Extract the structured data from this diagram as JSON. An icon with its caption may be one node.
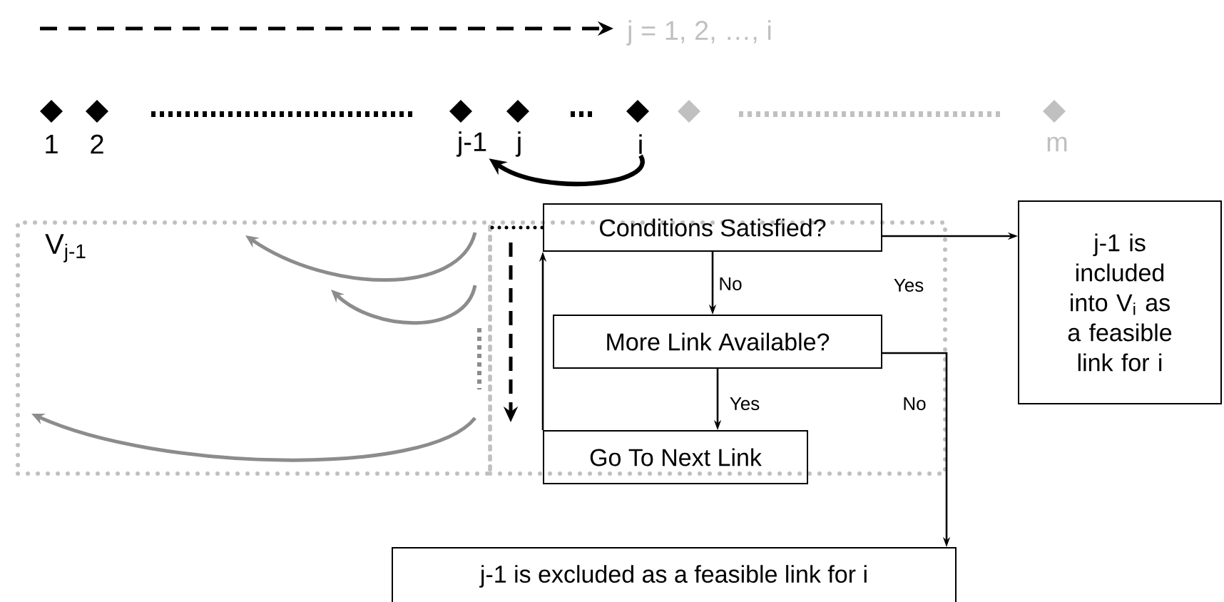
{
  "diagram": {
    "nodes": [
      {
        "text": [
          "1"
        ]
      },
      {
        "text": [
          "2"
        ]
      },
      {
        "text": [
          "j-1"
        ]
      },
      {
        "text": [
          "j"
        ]
      },
      {
        "text": [
          "i"
        ]
      },
      {
        "text": [
          "m"
        ]
      },
      {
        "text": [
          "V$_{j-1}$"
        ]
      },
      {
        "text": [],
        "shape": "box"
      },
      {
        "text": [
          "Conditions Satisfied?"
        ]
      },
      {
        "text": [
          "j-1 is included into V$_{i}$ as a feasible link for i"
        ]
      },
      {
        "text": [
          "More Link Available?"
        ],
        "in": 7
      },
      {
        "text": [
          "Go To Next Link"
        ]
      },
      {
        "text": [
          "j-1 is excluded as a feasible link for i"
        ]
      }
    ],
    "edges": [
      {
        "from": 4,
        "to": 2,
        "arrow": "to",
        "style": "thick"
      },
      {
        "from": 6,
        "to": 8,
        "arrow": "none",
        "style": "dashed"
      },
      {
        "from": 8,
        "to": 9,
        "arrow": "to",
        "label": "Yes"
      },
      {
        "from": 8,
        "to": 10,
        "arrow": "to",
        "label": "No"
      },
      {
        "from": 10,
        "to": 11,
        "arrow": "to",
        "label": "Yes"
      },
      {
        "from": 10,
        "to": 12,
        "arrow": "to",
        "label": "No"
      },
      {
        "from": 11,
        "to": 8,
        "arrow": "to"
      }
    ],
    "labels": [
      "j = 1, 2, …, i"
    ]
  }
}
